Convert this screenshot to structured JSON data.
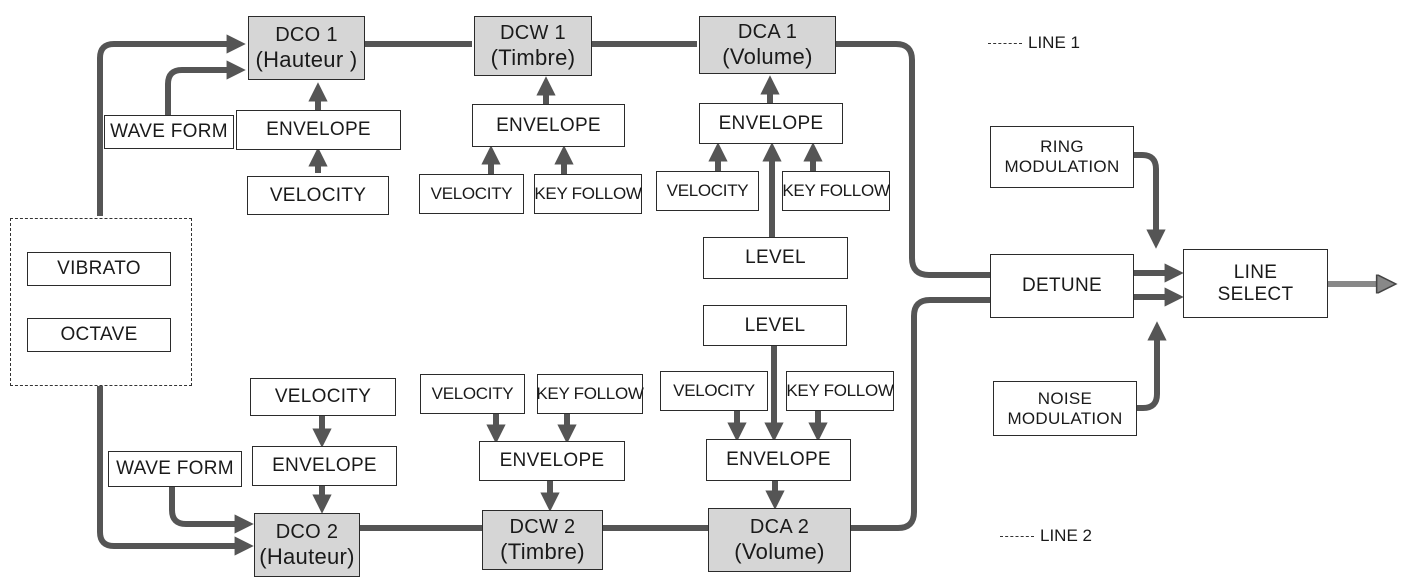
{
  "line1_label": "LINE 1",
  "line2_label": "LINE 2",
  "modulation_group": {
    "vibrato": "VIBRATO",
    "octave": "OCTAVE"
  },
  "line1": {
    "dco": {
      "name": "DCO 1",
      "sub": "(Hauteur )"
    },
    "dcw": {
      "name": "DCW 1",
      "sub": "(Timbre)"
    },
    "dca": {
      "name": "DCA 1",
      "sub": "(Volume)"
    },
    "wave_form": "WAVE FORM",
    "dco_envelope": "ENVELOPE",
    "dco_velocity": "VELOCITY",
    "dcw_envelope": "ENVELOPE",
    "dcw_velocity": "VELOCITY",
    "dcw_key_follow": "KEY FOLLOW",
    "dca_envelope": "ENVELOPE",
    "dca_velocity": "VELOCITY",
    "dca_key_follow": "KEY FOLLOW",
    "dca_level": "LEVEL"
  },
  "line2": {
    "dco": {
      "name": "DCO 2",
      "sub": "(Hauteur)"
    },
    "dcw": {
      "name": "DCW 2",
      "sub": "(Timbre)"
    },
    "dca": {
      "name": "DCA 2",
      "sub": "(Volume)"
    },
    "wave_form": "WAVE FORM",
    "dco_envelope": "ENVELOPE",
    "dco_velocity": "VELOCITY",
    "dcw_envelope": "ENVELOPE",
    "dcw_velocity": "VELOCITY",
    "dcw_key_follow": "KEY FOLLOW",
    "dca_envelope": "ENVELOPE",
    "dca_velocity": "VELOCITY",
    "dca_key_follow": "KEY FOLLOW",
    "dca_level": "LEVEL"
  },
  "mixer": {
    "detune": "DETUNE",
    "ring_modulation": [
      "RING",
      "MODULATION"
    ],
    "noise_modulation": [
      "NOISE",
      "MODULATION"
    ],
    "line_select": [
      "LINE",
      "SELECT"
    ]
  },
  "colors": {
    "module_fill": "#d6d6d6",
    "connector": "#555555",
    "border": "#2b2b2b"
  }
}
